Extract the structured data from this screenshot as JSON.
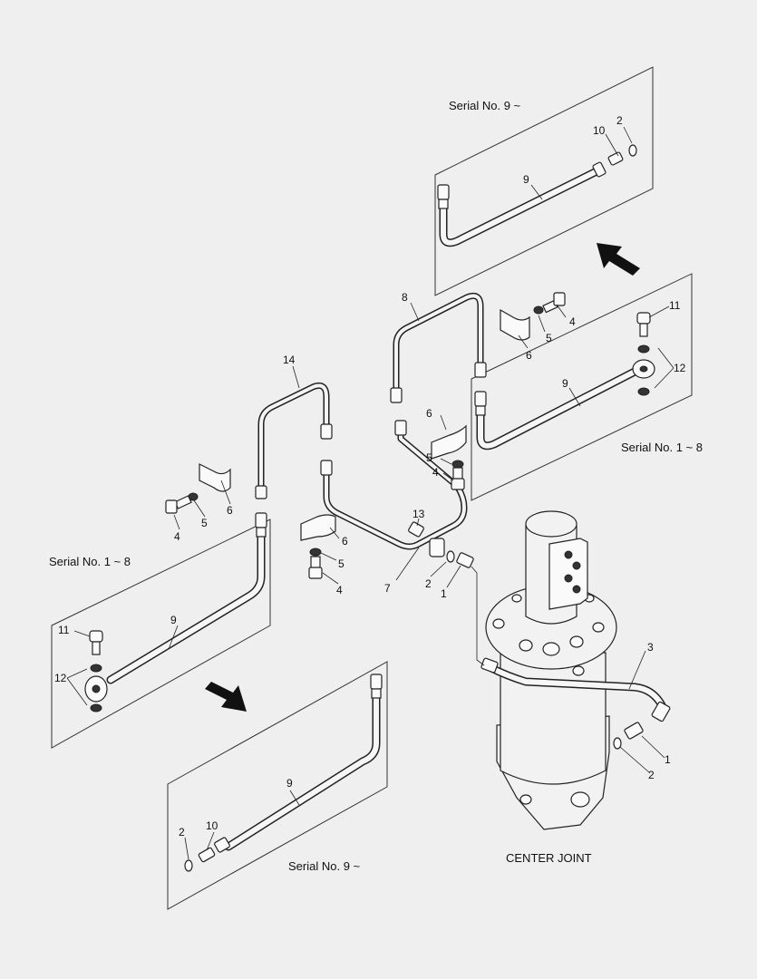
{
  "panels": {
    "top_right": "Serial No. 9 ~",
    "mid_right": "Serial No. 1 ~ 8",
    "left": "Serial No. 1 ~ 8",
    "bottom": "Serial No. 9 ~"
  },
  "caption": "CENTER JOINT",
  "callouts": [
    {
      "id": "c-tr-10",
      "text": "10"
    },
    {
      "id": "c-tr-2",
      "text": "2"
    },
    {
      "id": "c-tr-9",
      "text": "9"
    },
    {
      "id": "c-8",
      "text": "8"
    },
    {
      "id": "c-4a",
      "text": "4"
    },
    {
      "id": "c-5a",
      "text": "5"
    },
    {
      "id": "c-6a",
      "text": "6"
    },
    {
      "id": "c-mr-11",
      "text": "11"
    },
    {
      "id": "c-mr-12",
      "text": "12"
    },
    {
      "id": "c-mr-9",
      "text": "9"
    },
    {
      "id": "c-14",
      "text": "14"
    },
    {
      "id": "c-6b",
      "text": "6"
    },
    {
      "id": "c-5b",
      "text": "5"
    },
    {
      "id": "c-4b",
      "text": "4"
    },
    {
      "id": "c-13",
      "text": "13"
    },
    {
      "id": "c-7",
      "text": "7"
    },
    {
      "id": "c-2a",
      "text": "2"
    },
    {
      "id": "c-1a",
      "text": "1"
    },
    {
      "id": "c-6c",
      "text": "6"
    },
    {
      "id": "c-5c",
      "text": "5"
    },
    {
      "id": "c-4c",
      "text": "4"
    },
    {
      "id": "c-6d",
      "text": "6"
    },
    {
      "id": "c-5d",
      "text": "5"
    },
    {
      "id": "c-4d",
      "text": "4"
    },
    {
      "id": "c-l-9",
      "text": "9"
    },
    {
      "id": "c-l-11",
      "text": "11"
    },
    {
      "id": "c-l-12",
      "text": "12"
    },
    {
      "id": "c-3",
      "text": "3"
    },
    {
      "id": "c-1b",
      "text": "1"
    },
    {
      "id": "c-2b",
      "text": "2"
    },
    {
      "id": "c-b-9",
      "text": "9"
    },
    {
      "id": "c-b-2",
      "text": "2"
    },
    {
      "id": "c-b-10",
      "text": "10"
    }
  ],
  "colors": {
    "background": "#efefef",
    "line": "#222222",
    "arrow": "#111111"
  },
  "icons": [
    "arrow-up-left-icon",
    "arrow-down-right-icon"
  ]
}
